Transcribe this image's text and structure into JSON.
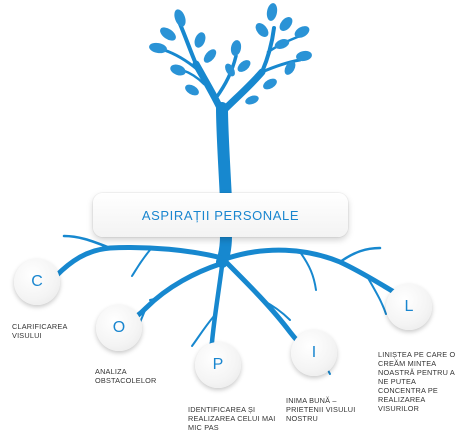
{
  "title": "ASPIRAȚII PERSONALE",
  "colors": {
    "tree": "#1788cf",
    "leaf": "#2a93d6",
    "text_accent": "#1a86cf"
  },
  "items": [
    {
      "letter": "C",
      "caption": "CLARIFICAREA VISULUI"
    },
    {
      "letter": "O",
      "caption": "ANALIZA OBSTACOLELOR"
    },
    {
      "letter": "P",
      "caption": "IDENTIFICAREA ȘI REALIZAREA CELUI MAI MIC PAS"
    },
    {
      "letter": "I",
      "caption": "INIMA BUNĂ – PRIETENII VISULUI NOSTRU"
    },
    {
      "letter": "L",
      "caption": "LINIȘTEA PE CARE O CREĂM MINTEA NOASTRĂ PENTRU A NE PUTEA CONCENTRA PE REALIZAREA VISURILOR"
    }
  ]
}
